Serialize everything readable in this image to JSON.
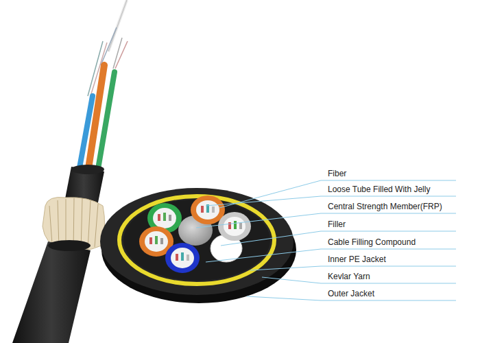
{
  "diagram": {
    "labels": [
      "Fiber",
      "Loose Tube Filled With Jelly",
      "Central Strength Member(FRP)",
      "Filler",
      "Cable Filling Compound",
      "Inner PE Jacket",
      "Kevlar Yarn",
      "Outer Jacket"
    ]
  }
}
